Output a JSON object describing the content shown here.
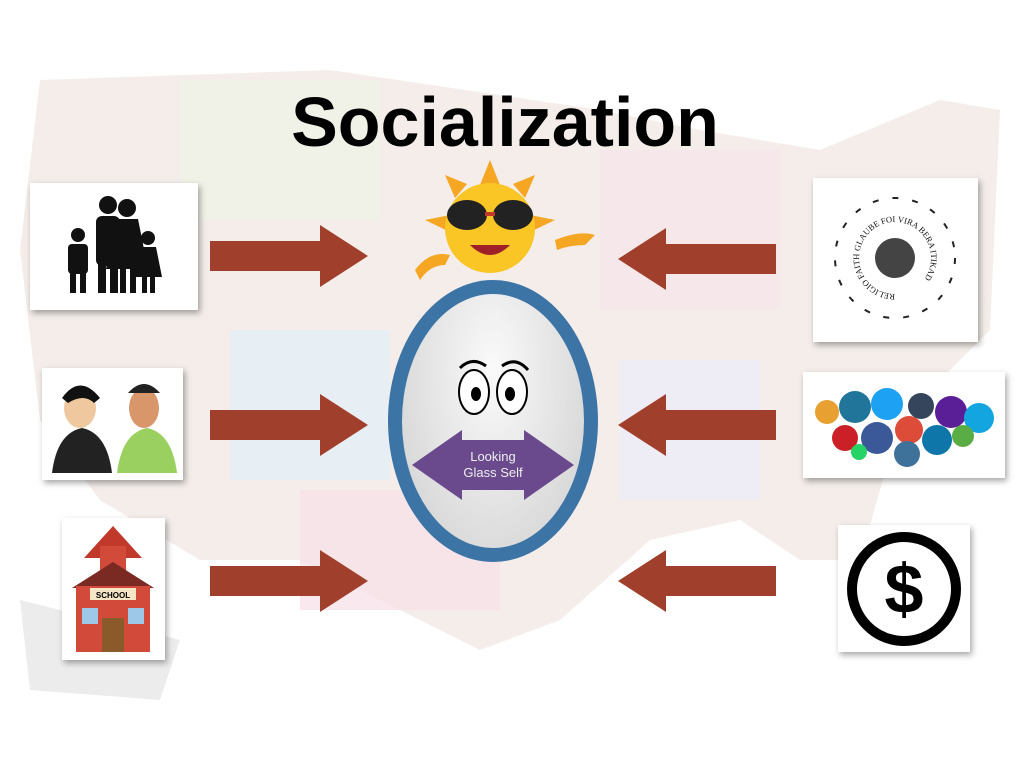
{
  "slide": {
    "title": "Socialization"
  },
  "center": {
    "line1": "Looking",
    "line2": "Glass Self",
    "arrow_color": "#6a4a8c",
    "frame_color": "#3d74a6"
  },
  "left_agents": [
    {
      "icon": "family-icon"
    },
    {
      "icon": "peers-talking-icon"
    },
    {
      "icon": "school-icon",
      "label": "SCHOOL"
    }
  ],
  "right_agents": [
    {
      "icon": "religion-symbols-icon",
      "lettering": "RELIGIO FAITH GLAUBE FOI VIRA BERA ITIKAD"
    },
    {
      "icon": "social-media-icons"
    },
    {
      "icon": "dollar-icon"
    }
  ],
  "colors": {
    "arrow": "#a0402c",
    "title": "#000000"
  }
}
